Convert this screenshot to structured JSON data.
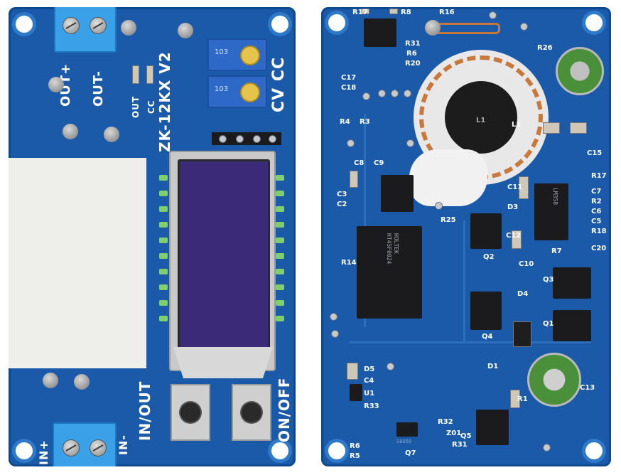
{
  "front": {
    "terminal_out_labels": [
      "OUT+",
      "OUT-"
    ],
    "model_label": "ZK-12KX V2",
    "mode_label": "CV CC",
    "led_labels": [
      "OUT",
      "CC"
    ],
    "input_labels": [
      "IN+",
      "IN-"
    ],
    "button_labels": [
      "IN/OUT",
      "ON/OFF"
    ],
    "potentiometer_markings": [
      "103",
      "103"
    ]
  },
  "back": {
    "component_labels": [
      "R17",
      "R8",
      "R16",
      "R26",
      "R31",
      "R6",
      "R20",
      "C17",
      "C18",
      "L1",
      "R4",
      "R3",
      "C15",
      "C8",
      "C9",
      "C11",
      "D3",
      "R17",
      "C7",
      "R2",
      "C6",
      "C5",
      "R18",
      "C20",
      "C3",
      "C2",
      "R25",
      "C12",
      "R14",
      "R7",
      "Q2",
      "C10",
      "Q3",
      "D4",
      "Q4",
      "Q1",
      "C13",
      "D5",
      "C4",
      "U1",
      "R33",
      "D1",
      "R1",
      "R32",
      "Z01",
      "R31",
      "Q5",
      "R6",
      "R5",
      "Q7"
    ],
    "chip_markings": [
      "HOLTEK HT45F0024",
      "LM358",
      "S8050"
    ],
    "inductor_label": "L1"
  },
  "colors": {
    "pcb": "#1a5aa8",
    "terminal": "#3aa0e8",
    "lcd": "#3b2a78",
    "copper": "#c8783a",
    "capacitor_green": "#4a8f3a"
  }
}
